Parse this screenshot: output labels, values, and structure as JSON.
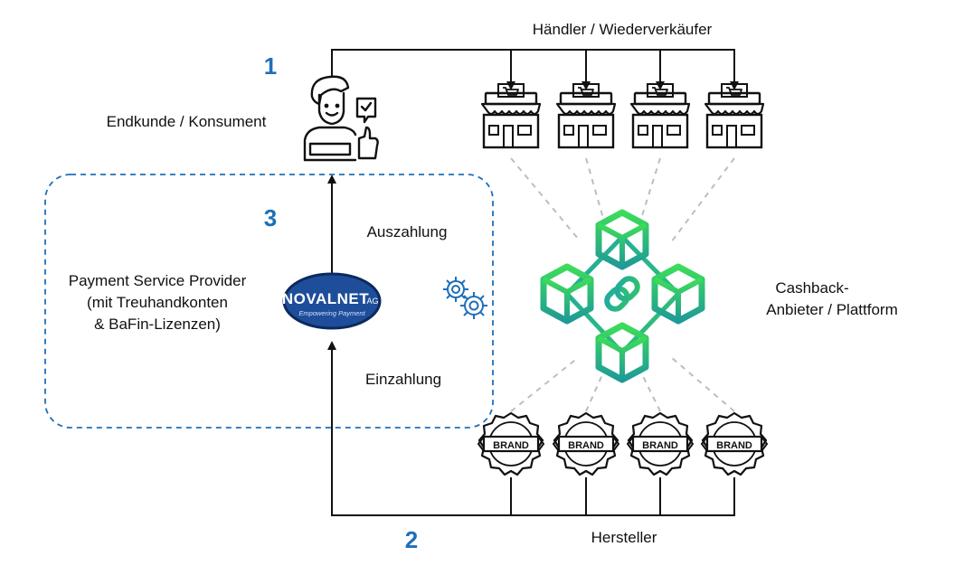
{
  "labels": {
    "haendler": "Händler / Wiederverkäufer",
    "endkunde": "Endkunde / Konsument",
    "auszahlung": "Auszahlung",
    "einzahlung": "Einzahlung",
    "psp_line1": "Payment Service Provider",
    "psp_line2": "(mit Treuhandkonten",
    "psp_line3": "& BaFin-Lizenzen)",
    "cashback_line1": "Cashback-",
    "cashback_line2": "Anbieter / Plattform",
    "hersteller": "Hersteller"
  },
  "steps": {
    "one": "1",
    "two": "2",
    "three": "3"
  },
  "logo": {
    "name": "NOVALNET",
    "suffix": "AG",
    "tagline": "Empowering Payment"
  },
  "brand_badge_text": "BRAND",
  "colors": {
    "step_blue": "#1f6fb8",
    "cube_green": "#3ddc5a",
    "cube_teal": "#1e9a97",
    "logo_blue": "#1e4e9a",
    "dash_gray": "#bdbdbd",
    "line_dark": "#222222"
  },
  "icons": [
    "consumer-icon",
    "store-icon",
    "brand-badge-icon",
    "gears-icon",
    "blockchain-network-icon",
    "link-icon"
  ]
}
